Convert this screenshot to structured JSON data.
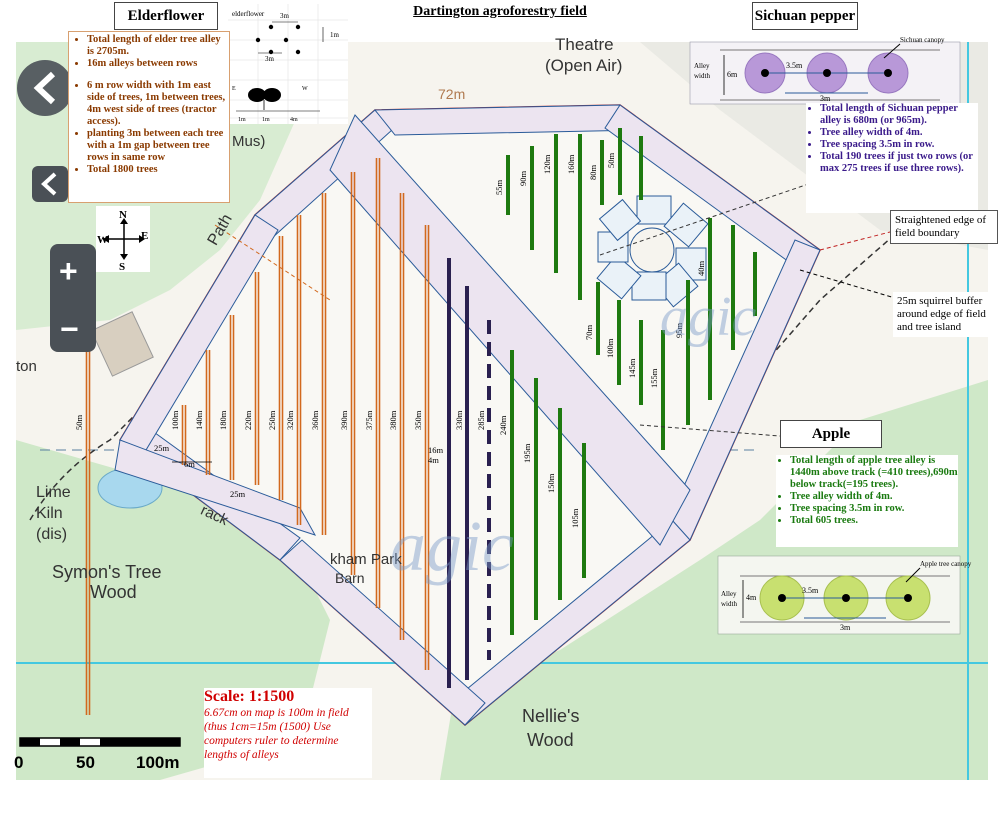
{
  "title": "Dartington agroforestry field",
  "headers": {
    "elderflower": "Elderflower",
    "sichuan": "Sichuan pepper",
    "apple": "Apple"
  },
  "elder_notes": [
    "Total length of elder tree alley is 2705m.",
    "16m alleys between rows",
    "6 m row width with 1m east side of trees, 1m between trees, 4m west side of trees (tractor access).",
    "planting 3m between each tree with a 1m gap between tree rows in same row",
    "Total 1800 trees"
  ],
  "pepper_notes": [
    "Total length of Sichuan pepper alley is 680m (or 965m).",
    "Tree alley width of 4m.",
    "Tree spacing 3.5m in row.",
    "Total 190 trees if just two rows (or max 275 trees if use three rows)."
  ],
  "apple_notes": [
    "Total length of apple tree alley is 1440m above track (=410 trees),690m below track(=195 trees).",
    "Tree alley width of 4m.",
    "Tree spacing 3.5m in row.",
    "Total 605 trees."
  ],
  "callouts": {
    "straightened": "Straightened edge of field boundary",
    "buffer": "25m squirrel buffer around edge of field and tree island"
  },
  "scale": {
    "title": "Scale: 1:1500",
    "text": "6.67cm on map is 100m in field (thus 1cm=15m (1500) Use computers ruler to determine lengths of alleys"
  },
  "scalebar": {
    "t0": "0",
    "t50": "50",
    "t100": "100m"
  },
  "map_labels": {
    "theatre": "Theatre",
    "open_air": "(Open Air)",
    "mus": "Mus)",
    "path": "Path",
    "ton": "ton",
    "lime": "Lime",
    "kiln": "Kiln",
    "dis": "(dis)",
    "symons1": "Symon's Tree",
    "symons2": "Wood",
    "nellies1": "Nellie's",
    "nellies2": "Wood",
    "kham": "kham Park",
    "barn": "Barn",
    "track": "rack",
    "m72": "72m",
    "watermark": "agic"
  },
  "compass": {
    "n": "N",
    "s": "S",
    "e": "E",
    "w": "W"
  },
  "zoom": {
    "plus": "+",
    "minus": "−"
  },
  "elder_diagram": {
    "title": "elderflower",
    "d3m_top": "3m",
    "d1m": "1m",
    "d3m_bottom": "3m",
    "e": "E",
    "w": "W",
    "d1m_a": "1m",
    "d1m_b": "1m",
    "d4m": "4m"
  },
  "pepper_diagram": {
    "canopy": "Sichuan canopy",
    "alley": "Alley",
    "width": "width",
    "w6m": "6m",
    "s35": "3.5m",
    "s3": "3m"
  },
  "apple_diagram": {
    "canopy": "Apple tree canopy",
    "alley": "Alley",
    "width": "width",
    "w4m": "4m",
    "s35": "3.5m",
    "s3": "3m"
  },
  "elder_rows": [
    "50m",
    "100m",
    "140m",
    "180m",
    "220m",
    "250m",
    "320m",
    "360m",
    "390m",
    "375m",
    "380m",
    "350m"
  ],
  "pepper_rows": [
    "330m",
    "285m"
  ],
  "apple_rows_upper": [
    "55m",
    "90m",
    "120m",
    "160m",
    "80m",
    "50m"
  ],
  "apple_rows_lower": [
    "240m",
    "195m",
    "150m",
    "105m"
  ],
  "apple_rows_right": [
    "70m",
    "100m",
    "145m",
    "155m",
    "95m",
    "40m"
  ],
  "dim_labels": {
    "d25a": "25m",
    "d6m": "6m",
    "d25b": "25m",
    "d16m": "16m",
    "d4m": "4m"
  },
  "colors": {
    "elder": "#d2691e",
    "pepper": "#2a2050",
    "apple": "#1e7a10",
    "buffer": "#ece4f0",
    "boundary": "#c02020",
    "grid": "#44c8e0",
    "wood": "#cfe8c8"
  }
}
